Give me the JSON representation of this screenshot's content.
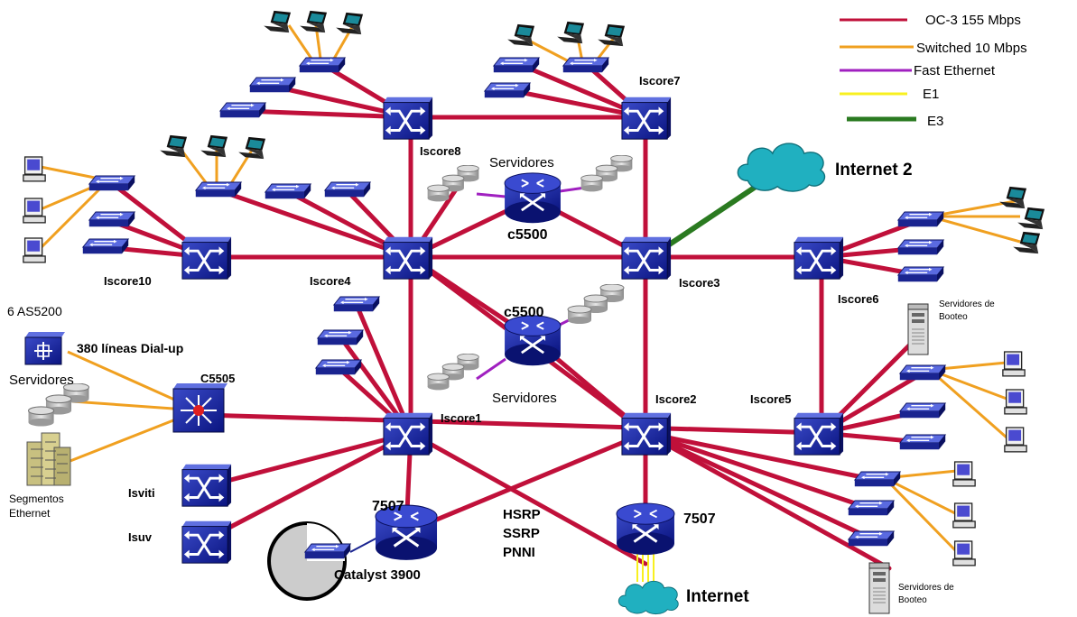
{
  "legend": [
    {
      "label": "OC-3 155 Mbps",
      "color": "#c0103a"
    },
    {
      "label": "Switched 10 Mbps",
      "color": "#f0a020"
    },
    {
      "label": "Fast Ethernet",
      "color": "#a020c0"
    },
    {
      "label": "E1",
      "color": "#f8f020"
    },
    {
      "label": "E3",
      "color": "#2a7a20"
    }
  ],
  "nodes": {
    "iscore1": "Iscore1",
    "iscore2": "Iscore2",
    "iscore3": "Iscore3",
    "iscore4": "Iscore4",
    "iscore5": "Iscore5",
    "iscore6": "Iscore6",
    "iscore7": "Iscore7",
    "iscore8": "Iscore8",
    "iscore10": "Iscore10",
    "isviti": "Isviti",
    "isuv": "Isuv",
    "c5505": "C5505",
    "c5500_top": "c5500",
    "c5500_mid": "c5500",
    "r7507_left": "7507",
    "r7507_right": "7507"
  },
  "labels": {
    "servidores_top": "Servidores",
    "servidores_mid": "Servidores",
    "servidores_left": "Servidores",
    "internet2": "Internet 2",
    "internet": "Internet",
    "as5200": "6 AS5200",
    "dialup": "380 líneas Dial-up",
    "segmentos_1": "Segmentos",
    "segmentos_2": "Ethernet",
    "catalyst": "Catalyst 3900",
    "hsrp": "HSRP",
    "ssrp": "SSRP",
    "pnni": "PNNI",
    "booteo_top_1": "Servidores de",
    "booteo_top_2": "Booteo",
    "booteo_bot_1": "Servidores de",
    "booteo_bot_2": "Booteo"
  },
  "icons": {
    "atm_switch": "atm-switch-icon",
    "router": "router-icon",
    "workgroup_switch": "workgroup-switch-icon",
    "laptop": "laptop-icon",
    "pc": "pc-icon",
    "server_disks": "disk-array-icon",
    "cloud": "cloud-icon",
    "tower_server": "tower-server-icon",
    "building": "building-icon",
    "dialup_concentrator": "access-server-icon"
  }
}
